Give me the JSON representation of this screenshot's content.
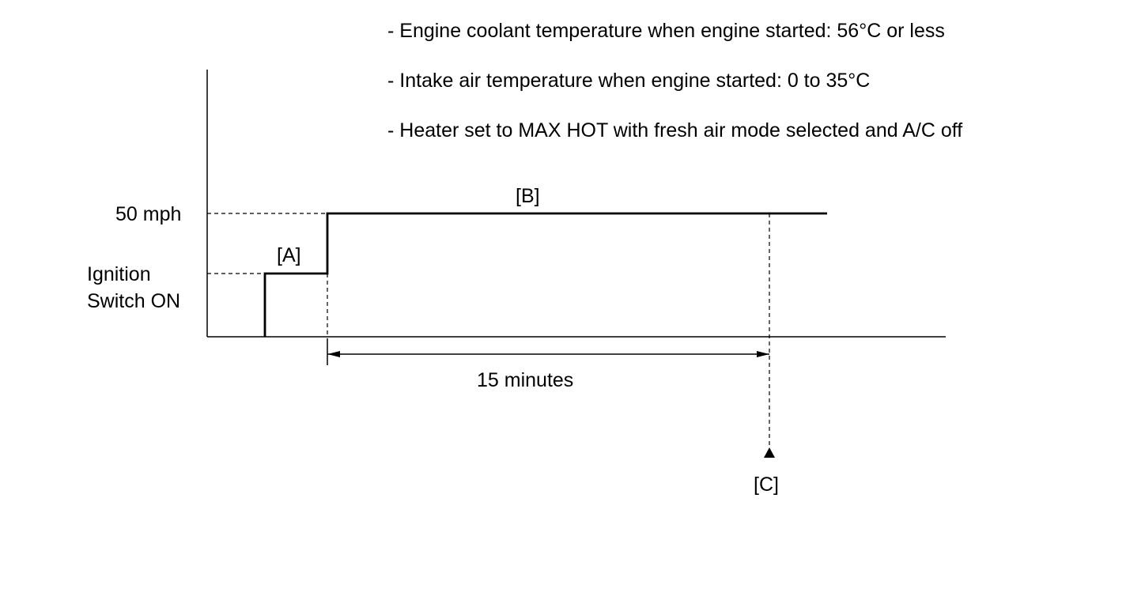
{
  "conditions": [
    "- Engine coolant temperature when engine started: 56°C or less",
    "- Intake air temperature when engine started: 0 to 35°C",
    "- Heater set to MAX HOT with fresh air mode selected and A/C off"
  ],
  "labels": {
    "speed": "50 mph",
    "ignition_line1": "Ignition",
    "ignition_line2": "Switch ON",
    "phase_a": "[A]",
    "phase_b": "[B]",
    "duration": "15 minutes",
    "point_c": "[C]"
  },
  "colors": {
    "line": "#000000",
    "background": "#ffffff"
  }
}
